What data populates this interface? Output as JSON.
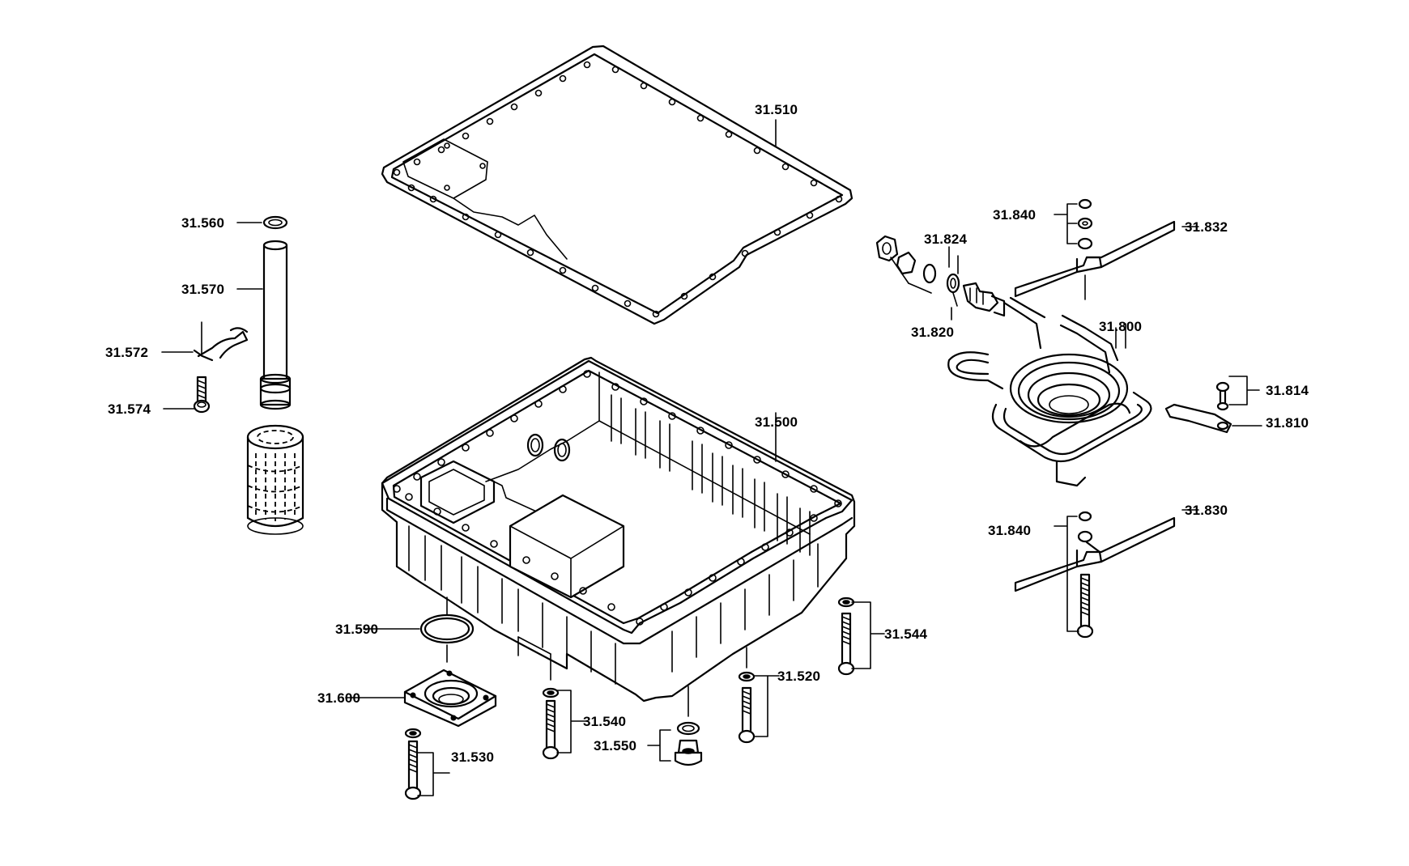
{
  "diagram": {
    "callouts": {
      "c31510": "31.510",
      "c31560": "31.560",
      "c31570": "31.570",
      "c31572": "31.572",
      "c31574": "31.574",
      "c31500": "31.500",
      "c31590": "31.590",
      "c31600": "31.600",
      "c31530": "31.530",
      "c31540": "31.540",
      "c31550": "31.550",
      "c31520": "31.520",
      "c31544": "31.544",
      "c31824": "31.824",
      "c31820": "31.820",
      "c31840a": "31.840",
      "c31832": "31.832",
      "c31800": "31.800",
      "c31814": "31.814",
      "c31810": "31.810",
      "c31840b": "31.840",
      "c31830": "31.830"
    }
  }
}
